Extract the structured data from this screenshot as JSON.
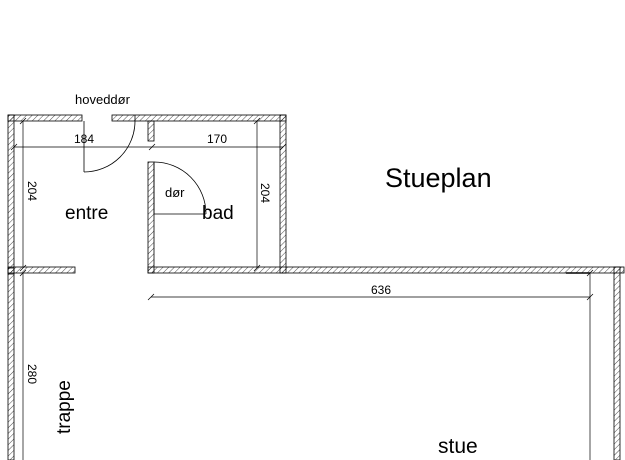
{
  "plan_title": "Stueplan",
  "door_labels": {
    "main_door": "hoveddør",
    "bath_door": "dør"
  },
  "rooms": {
    "entre": "entre",
    "bad": "bad",
    "trappe": "trappe",
    "stue": "stue"
  },
  "dimensions": {
    "entre_width": "184",
    "bad_width": "170",
    "entre_depth": "204",
    "bad_depth": "204",
    "stue_width": "636",
    "trappe_depth": "280"
  },
  "colors": {
    "wall_line": "#000000",
    "background": "#ffffff"
  }
}
